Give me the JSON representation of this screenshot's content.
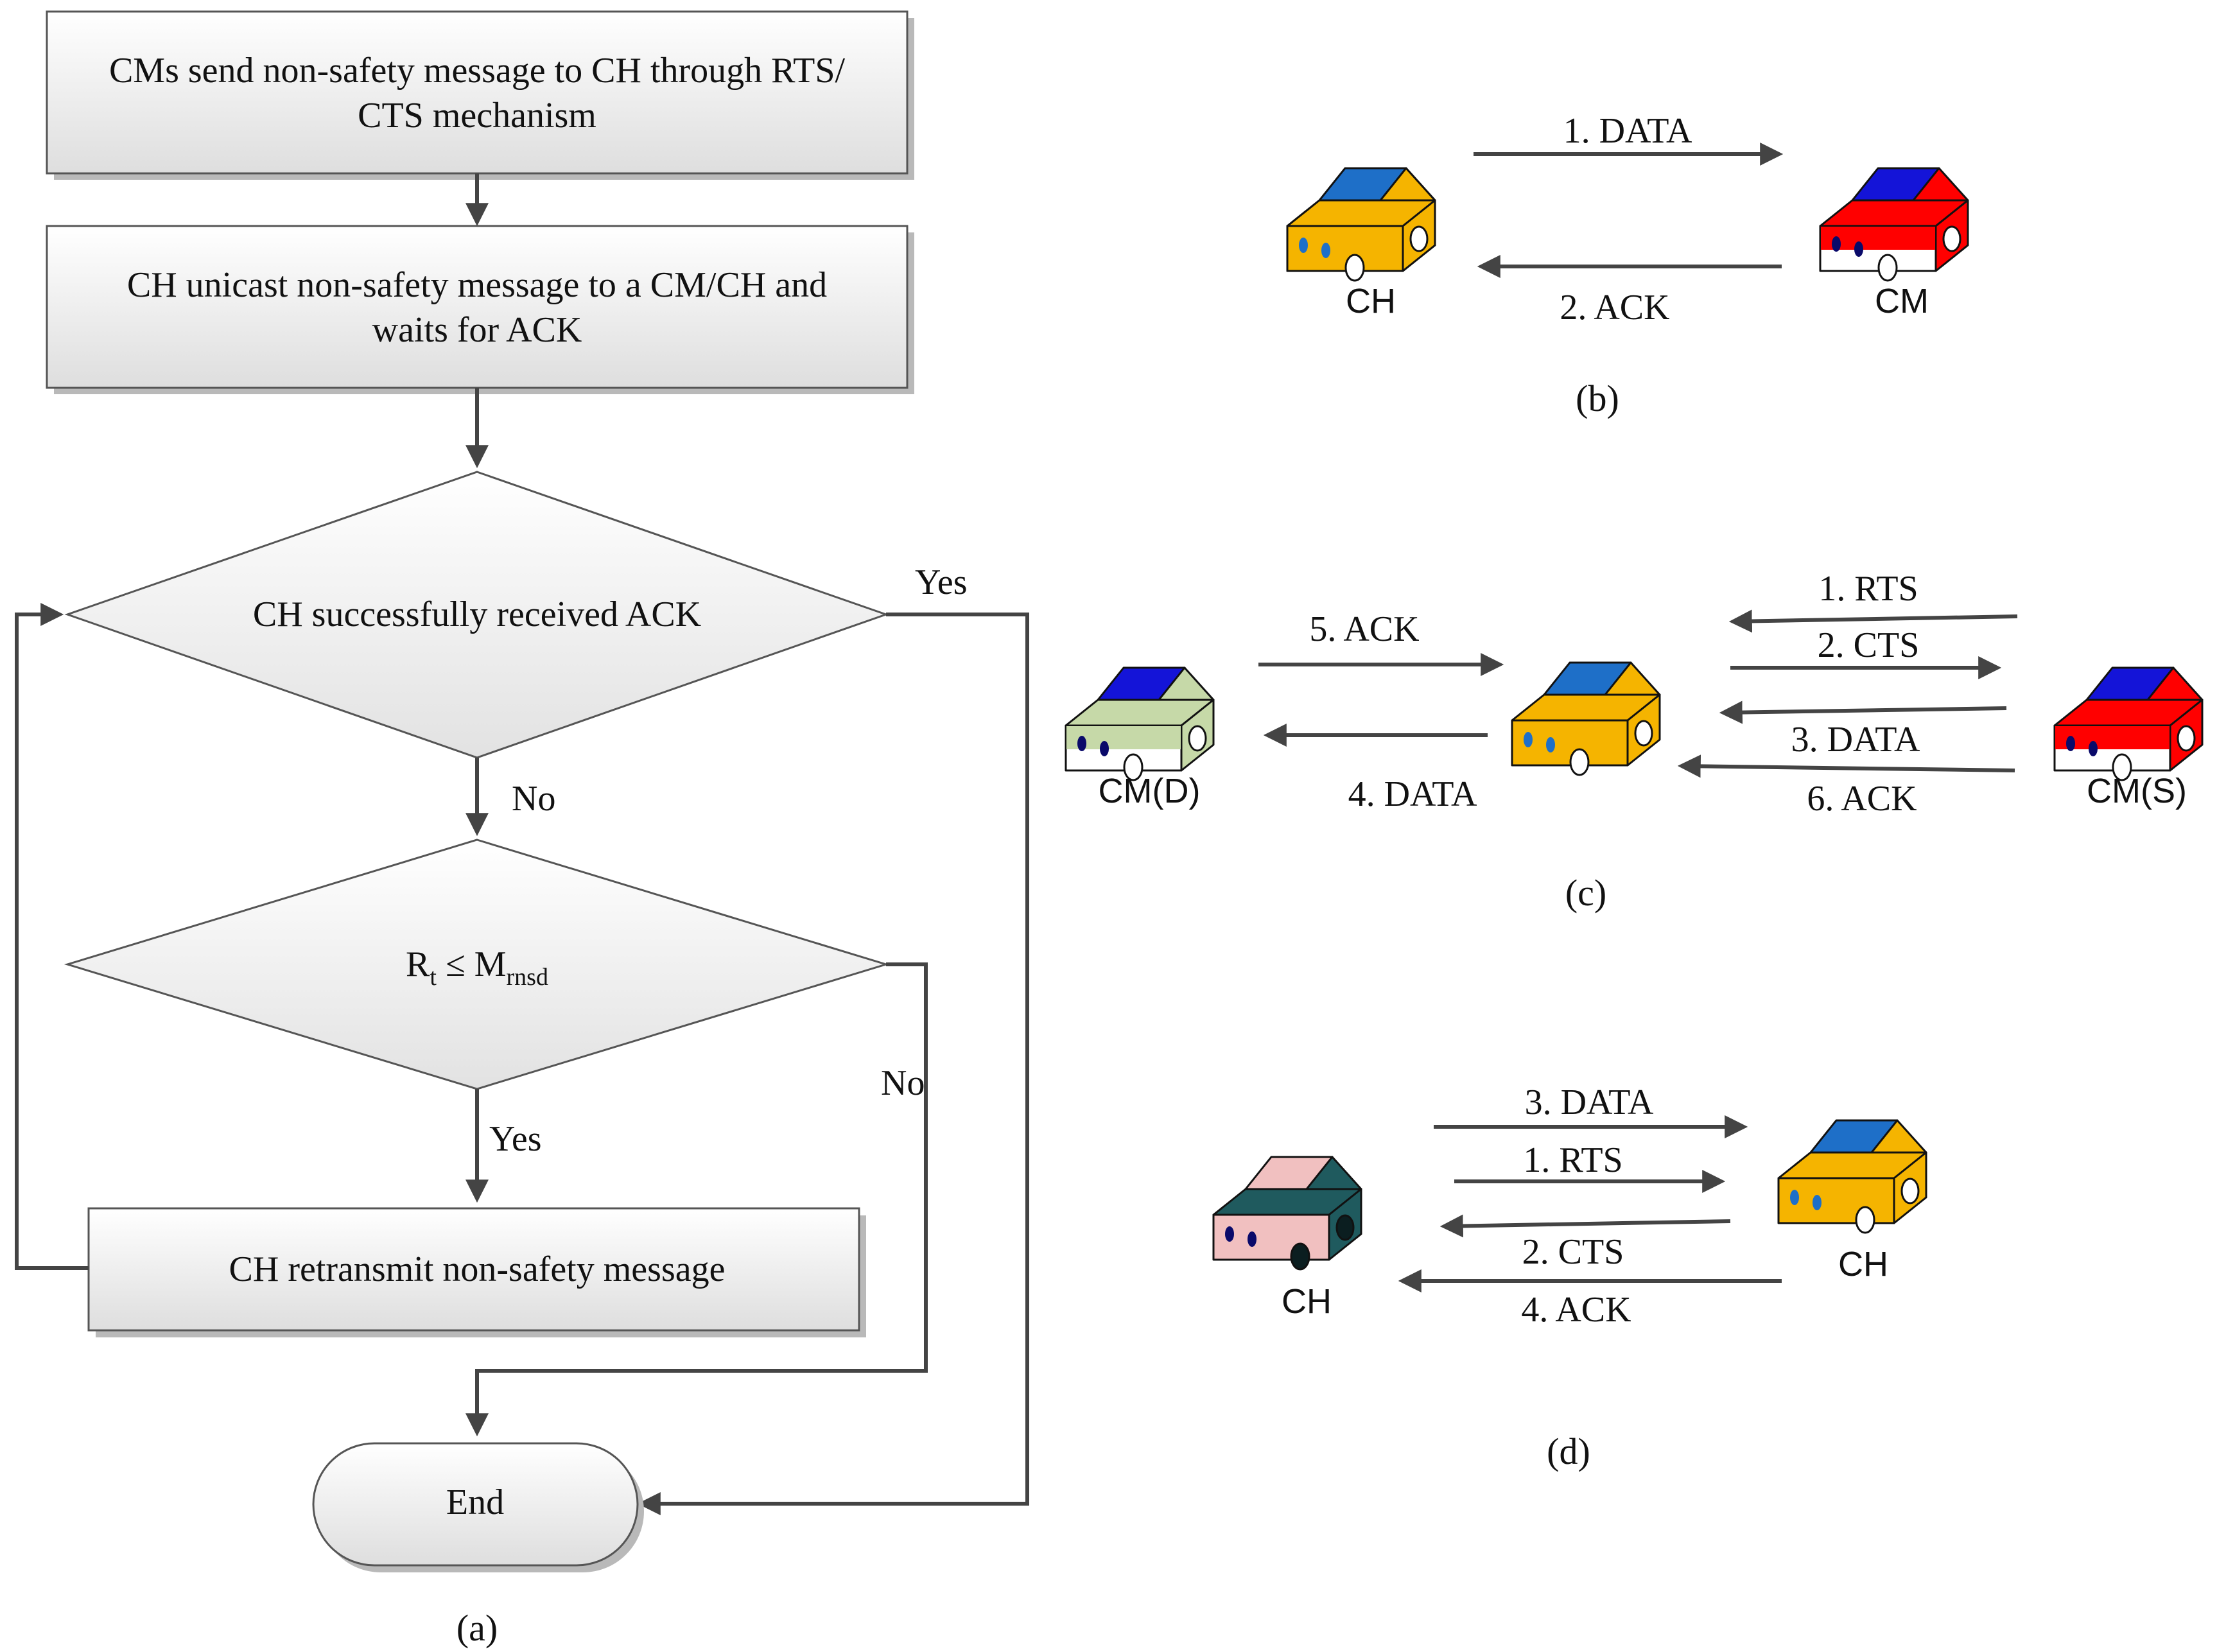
{
  "flowchart": {
    "box1_line1": "CMs send non-safety message to CH through RTS/",
    "box1_line2": "CTS mechanism",
    "box2_line1": "CH unicast non-safety message to a CM/CH and",
    "box2_line2": "waits for ACK",
    "decision1": "CH successfully received ACK",
    "decision1_yes": "Yes",
    "decision1_no": "No",
    "decision2_base1": "R",
    "decision2_sub1": "t",
    "decision2_op": " ≤ M",
    "decision2_sub2": "rnsd",
    "decision2_yes": "Yes",
    "decision2_no": "No",
    "box3": "CH retransmit non-safety message",
    "end": "End",
    "caption": "(a)"
  },
  "panel_b": {
    "arrow1": "1. DATA",
    "arrow2": "2. ACK",
    "left_car_label": "CH",
    "right_car_label": "CM",
    "caption": "(b)"
  },
  "panel_c": {
    "arrow_rts": "1. RTS",
    "arrow_cts": "2. CTS",
    "arrow_data3": "3. DATA",
    "arrow_data4": "4. DATA",
    "arrow_ack5": "5. ACK",
    "arrow_ack6": "6. ACK",
    "left_car_label": "CM(D)",
    "right_car_label": "CM(S)",
    "caption": "(c)"
  },
  "panel_d": {
    "arrow1": "1. RTS",
    "arrow2": "2. CTS",
    "arrow3": "3. DATA",
    "arrow4": "4. ACK",
    "left_car_label": "CH",
    "right_car_label": "CH",
    "caption": "(d)"
  },
  "colors": {
    "car_yellow": "#f5b400",
    "car_red": "#ff0000",
    "car_green": "#c6d9a8",
    "car_teal": "#1f5a5e",
    "roof_blue": "#1e6fc8",
    "roof_navy": "#1414d8",
    "roof_pink": "#f1c0c0",
    "arrow": "#444444"
  }
}
